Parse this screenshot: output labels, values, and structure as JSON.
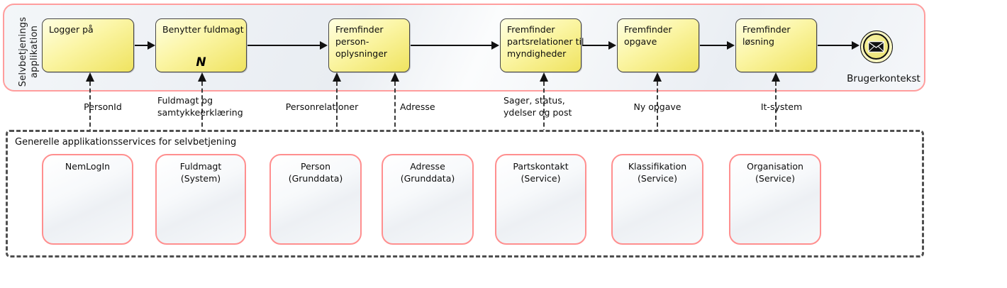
{
  "lane": {
    "label": "Selvbetjenings\napplikation",
    "tasks": [
      {
        "label": "Logger på"
      },
      {
        "label": "Benytter fuldmagt",
        "marker": "N"
      },
      {
        "label": "Fremfinder\nperson-\noplysninger"
      },
      {
        "label": "Fremfinder\npartsrelationer til\nmyndigheder"
      },
      {
        "label": "Fremfinder\nopgave"
      },
      {
        "label": "Fremfinder\nløsning"
      }
    ],
    "end_event": {
      "label": "Brugerkontekst",
      "icon": "envelope-icon"
    }
  },
  "connectors": [
    {
      "label": "PersonId"
    },
    {
      "label": "Fuldmagt og\nsamtykkeerklæring"
    },
    {
      "label": "Personrelationer"
    },
    {
      "label": "Adresse"
    },
    {
      "label": "Sager, status,\nydelser og post"
    },
    {
      "label": "Ny opgave"
    },
    {
      "label": "It-system"
    }
  ],
  "services_container": {
    "label": "Generelle applikationsservices for selvbetjening",
    "services": [
      {
        "label": "NemLogIn"
      },
      {
        "label": "Fuldmagt\n(System)"
      },
      {
        "label": "Person\n(Grunddata)"
      },
      {
        "label": "Adresse\n(Grunddata)"
      },
      {
        "label": "Partskontakt\n(Service)"
      },
      {
        "label": "Klassifikation\n(Service)"
      },
      {
        "label": "Organisation\n(Service)"
      }
    ]
  },
  "colors": {
    "lane_border": "#ff9d9d",
    "task_fill": "#f5ec6e",
    "task_border": "#474747",
    "service_border": "#ff8f8f",
    "connector": "#333333",
    "text": "#0d0d0d"
  }
}
